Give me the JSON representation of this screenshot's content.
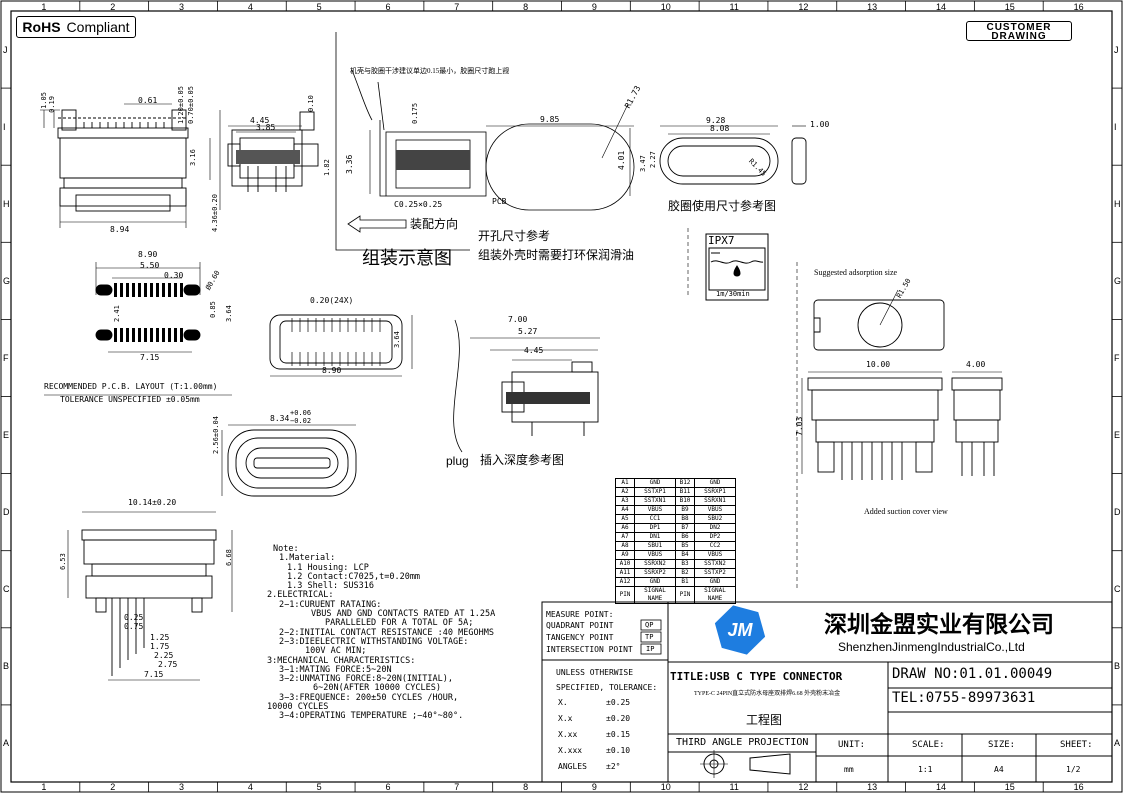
{
  "header": {
    "rohs_bold": "RoHS",
    "rohs_text": "Compliant",
    "customer_drawing": "CUSTOMER\nDRAWING"
  },
  "zones": {
    "cols": [
      "1",
      "2",
      "3",
      "4",
      "5",
      "6",
      "7",
      "8",
      "9",
      "10",
      "11",
      "12",
      "13",
      "14",
      "15",
      "16"
    ],
    "rows": [
      "J",
      "I",
      "H",
      "G",
      "F",
      "E",
      "D",
      "C",
      "B",
      "A"
    ]
  },
  "dims": {
    "d105": "1.05",
    "d019": "0.19",
    "d061": "0.61",
    "d120": "1.20±0.05",
    "d070": "0.70±0.05",
    "d316": "3.16",
    "d436": "4.36±0.20",
    "d894": "8.94",
    "d445a": "4.45",
    "d385": "3.85",
    "d010": "0.10",
    "d182": "1.82",
    "d890a": "8.90",
    "d550": "5.50",
    "d030": "0.30",
    "d060": "Ø0.60",
    "d241": "2.41",
    "d085": "0.85",
    "d364a": "3.64",
    "d715a": "7.15",
    "pcb_layout": "RECOMMENDED   P.C.B. LAYOUT  (T:1.00mm)",
    "tolerance": "TOLERANCE  UNSPECIFIED  ±0.05mm",
    "d020": "0.20(24X)",
    "d364b": "3.64",
    "d890b": "8.90",
    "d834": "8.34",
    "d834p": "+0.06",
    "d834m": "−0.02",
    "d256": "2.56±0.04",
    "d1014": "10.14±0.20",
    "d653": "6.53",
    "d668": "6.68",
    "d025": "0.25",
    "d075": "0.75",
    "d125": "1.25",
    "d175": "1.75",
    "d225": "2.25",
    "d275": "2.75",
    "d715b": "7.15",
    "d0175": "0.175",
    "d336": "3.36",
    "d985": "9.85",
    "r173": "R1.73",
    "d401": "4.01",
    "c025": "C0.25×0.25",
    "pcb": "PCB",
    "d928": "9.28",
    "d808": "8.08",
    "d347": "3.47",
    "d227": "2.27",
    "r145": "R1.45",
    "d100": "1.00",
    "d700": "7.00",
    "d527": "5.27",
    "d445b": "4.45",
    "r150": "R1.50",
    "d1000": "10.00",
    "d400": "4.00",
    "d703": "7.03"
  },
  "cn": {
    "note_top": "机壳与胶圈干涉建议单边0.15最小，胶圈尺寸跑上觊",
    "assembly_dir": "装配方向",
    "assembly_title": "组装示意图",
    "hole_ref": "开孔尺寸参考",
    "hole_note": "组装外壳时需要打环保润滑油",
    "gasket_ref": "胶圈使用尺寸参考图",
    "plug_ref": "插入深度参考图",
    "plug": "plug"
  },
  "ipx": {
    "label": "IPX7",
    "sub": "1m/30min"
  },
  "suction": {
    "suggested": "Suggested adsorption size",
    "added": "Added suction cover view"
  },
  "pins": [
    [
      "A1",
      "GND",
      "B12",
      "GND"
    ],
    [
      "A2",
      "SSTXP1",
      "B11",
      "SSRXP1"
    ],
    [
      "A3",
      "SSTXN1",
      "B10",
      "SSRXN1"
    ],
    [
      "A4",
      "VBUS",
      "B9",
      "VBUS"
    ],
    [
      "A5",
      "CC1",
      "B8",
      "SBU2"
    ],
    [
      "A6",
      "DP1",
      "B7",
      "DN2"
    ],
    [
      "A7",
      "DN1",
      "B6",
      "DP2"
    ],
    [
      "A8",
      "SBU1",
      "B5",
      "CC2"
    ],
    [
      "A9",
      "VBUS",
      "B4",
      "VBUS"
    ],
    [
      "A10",
      "SSRXN2",
      "B3",
      "SSTXN2"
    ],
    [
      "A11",
      "SSRXP2",
      "B2",
      "SSTXP2"
    ],
    [
      "A12",
      "GND",
      "B1",
      "GND"
    ],
    [
      "PIN",
      "SIGNAL NAME",
      "PIN",
      "SIGNAL NAME"
    ]
  ],
  "notes": [
    "Note:",
    "1.Material:",
    "1.1  Housing:  LCP",
    "1.2  Contact:C7025,t=0.20mm",
    "1.3  Shell:  SUS316",
    "2.ELECTRICAL:",
    "2−1:CURUENT RATAING:",
    "VBUS AND GND CONTACTS RATED AT 1.25A",
    "PARALLELED FOR A TOTAL OF 5A;",
    "2−2:INITIAL CONTACT RESISTANCE :40 MEGOHMS",
    "2−3:DIEELECTRIC WITHSTANDING VOLTAGE:",
    "100V AC MIN;",
    "3:MECHANICAL CHARACTERISTICS:",
    "3−1:MATING FORCE:5~20N",
    "3−2:UNMATING FORCE:8~20N(INITIAL),",
    "6~20N(AFTER 10000 CYCLES)",
    "3−3:FREQUENCE: 200±50 CYCLES /HOUR,",
    "10000 CYCLES",
    "3−4:OPERATING TEMPERATURE ;−40°~80°."
  ],
  "titleblock": {
    "measure": "MEASURE POINT:",
    "quadrant": "QUADRANT POINT",
    "quadrant_code": "QP",
    "tangency": "TANGENCY POINT",
    "tangency_code": "TP",
    "intersection": "INTERSECTION POINT",
    "intersection_code": "IP",
    "company_cn": "深圳金盟实业有限公司",
    "company_en": "ShenzhenJinmengIndustrialCo.,Ltd",
    "unless": "UNLESS OTHERWISE",
    "specified": "SPECIFIED, TOLERANCE:",
    "tol": [
      [
        "X.",
        "±0.25"
      ],
      [
        "X.x",
        "±0.20"
      ],
      [
        "X.xx",
        "±0.15"
      ],
      [
        "X.xxx",
        "±0.10"
      ],
      [
        "ANGLES",
        "±2°"
      ]
    ],
    "title": "TITLE:USB C TYPE CONNECTOR",
    "subtitle": "TYPE-C 24PIN直立式防水母座双排焊6.68 外壳粉末冶金",
    "drawing_cn": "工程图",
    "projection": "THIRD ANGLE PROJECTION",
    "drawno": "DRAW NO:01.01.00049",
    "tel": "TEL:0755-89973631",
    "unit_h": "UNIT:",
    "scale_h": "SCALE:",
    "size_h": "SIZE:",
    "sheet_h": "SHEET:",
    "unit": "mm",
    "scale": "1:1",
    "size": "A4",
    "sheet": "1/2",
    "brand": "brand-logo"
  }
}
